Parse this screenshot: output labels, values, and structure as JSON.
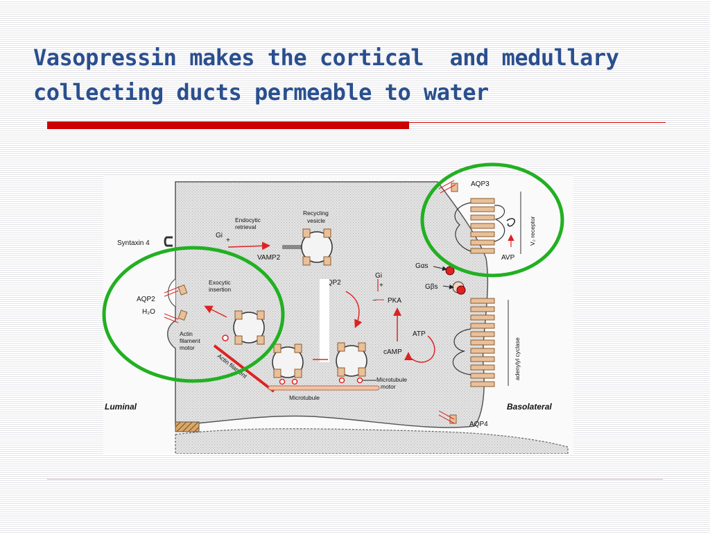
{
  "slide": {
    "title_line1": "Vasopressin makes the cortical  and medullary",
    "title_line2": "collecting ducts permeable to water"
  },
  "colors": {
    "title": "#2a4f8e",
    "accent_red": "#cc0000",
    "highlight_circle": "#22b022",
    "arrow_red": "#dd2222",
    "channel_tan": "#e8c09a"
  },
  "diagram": {
    "syntaxin": "Syntaxin 4",
    "aqp2_left": "AQP2",
    "h2o": "H₂O",
    "endocytic_line1": "Endocytic",
    "endocytic_line2": "retrieval",
    "gi_top": "Gi",
    "plus": "+",
    "vamp2": "VAMP2",
    "recycling_line1": "Recycling",
    "recycling_line2": "vesicle",
    "aqp2_mid": "AQP2",
    "exocytic_line1": "Exocytic",
    "exocytic_line2": "insertion",
    "actin_motor_line1": "Actin",
    "actin_motor_line2": "filament",
    "actin_motor_line3": "motor",
    "actin_filament": "Actin filament",
    "microtubule": "Microtubule",
    "microtubule_motor_line1": "Microtubule",
    "microtubule_motor_line2": "motor",
    "gi_mid": "Gi",
    "minus": "−",
    "pka": "PKA",
    "atp": "ATP",
    "camp": "cAMP",
    "gs_alpha": "Gαs",
    "gs_beta": "Gβs",
    "aqp3": "AQP3",
    "v2_receptor": "V₂ receptor",
    "avp": "AVP",
    "adenylyl_cyclase": "adenylyl cyclase",
    "luminal": "Luminal",
    "basolateral": "Basolateral",
    "aqp4": "AQP4"
  }
}
